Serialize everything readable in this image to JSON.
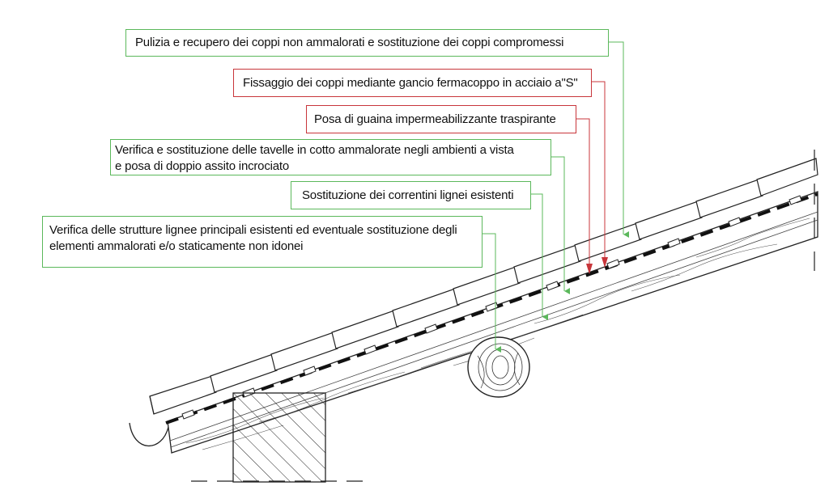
{
  "colors": {
    "green": "#5bb85b",
    "red": "#c8363b",
    "ink": "#111111"
  },
  "callouts": [
    {
      "id": "coppi",
      "lines": [
        "Pulizia e recupero dei coppi non ammalorati e sostituzione dei coppi compromessi"
      ],
      "color": "green"
    },
    {
      "id": "gancio",
      "lines": [
        "Fissaggio dei coppi mediante gancio fermacoppo in acciaio a\"S\""
      ],
      "color": "red"
    },
    {
      "id": "guaina",
      "lines": [
        "Posa di guaina impermeabilizzante traspirante"
      ],
      "color": "red"
    },
    {
      "id": "tavelle",
      "lines": [
        "Verifica e sostituzione delle tavelle in cotto ammalorate negli ambienti a vista",
        "e posa di doppio assito incrociato"
      ],
      "color": "green"
    },
    {
      "id": "correntini",
      "lines": [
        "Sostituzione dei correntini lignei esistenti"
      ],
      "color": "green"
    },
    {
      "id": "strutture",
      "lines": [
        "Verifica delle strutture lignee principali esistenti ed eventuale sostituzione degli",
        "elementi ammalorati e/o staticamente non idonei"
      ],
      "color": "green"
    }
  ]
}
